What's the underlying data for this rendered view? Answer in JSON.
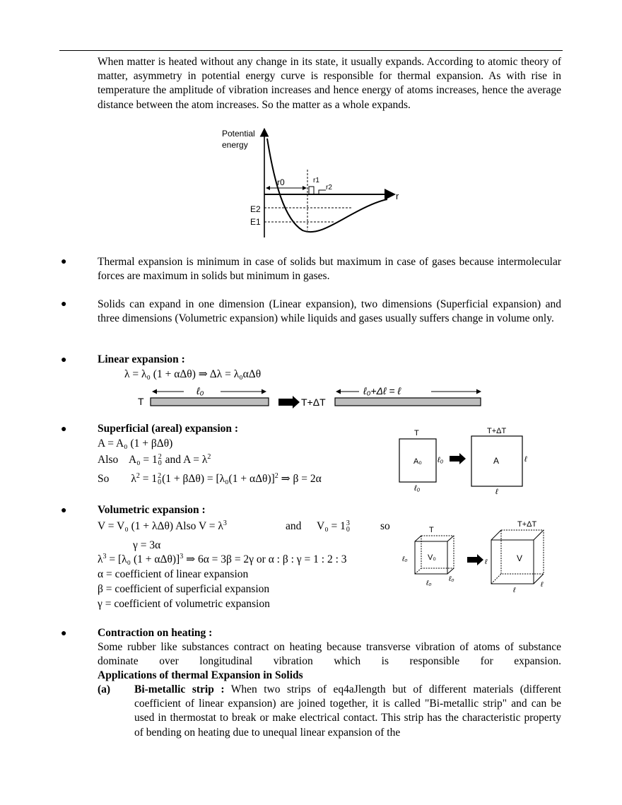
{
  "intro": {
    "paragraph": "When matter is heated without any change in its state, it usually expands. According to atomic theory of matter, asymmetry in potential energy curve is responsible for thermal expansion. As with rise in temperature the amplitude of vibration increases and hence energy of atoms increases, hence the average distance between the atom increases. So the matter as a whole expands."
  },
  "pe_graph": {
    "ylabel_line1": "Potential",
    "ylabel_line2": "energy",
    "xlabel": "r",
    "r0": "r0",
    "r1": "r1",
    "r2": "r2",
    "e2": "E2",
    "e1": "E1"
  },
  "bullet_glyph": "●",
  "bullets": {
    "gases": "Thermal expansion is minimum in case of solids but maximum in case of gases because intermolecular forces are maximum in solids but minimum in gases.",
    "dimensions": "Solids can expand in one dimension (Linear expansion), two dimensions (Superficial expansion) and three dimensions (Volumetric expansion) while liquids and gases usually suffers change in volume only."
  },
  "linear": {
    "heading": "Linear expansion :",
    "formula": "λ = λ₀ (1 + αΔθ) ⇒ Δλ = λ₀αΔθ",
    "rod_label_left": "ℓ₀",
    "rod_label_right": "ℓ₀+Δℓ = ℓ",
    "t_label": "T",
    "t2_label": "T+ΔT"
  },
  "superficial": {
    "heading": "Superficial (areal) expansion :",
    "line1": "A = A₀ (1 + βΔθ)",
    "line2_prefix": "Also",
    "line2_a": "A₀ = 1",
    "line2_b": "and A = λ",
    "line3_prefix": "So",
    "line3_a": "λ",
    "line3_b": "= 1",
    "line3_c": "(1 + βΔθ) = [λ₀(1 + αΔθ)]",
    "line3_d": "⇒ β = 2α",
    "exp2": "2",
    "exp0": "0",
    "fig_t": "T",
    "fig_t2": "T+ΔT",
    "fig_a0": "A₀",
    "fig_a": "A",
    "fig_l0": "ℓ₀",
    "fig_l": "ℓ"
  },
  "volumetric": {
    "heading": "Volumetric expansion :",
    "line1_a": "V = V₀ (1 + λΔθ) Also V = λ",
    "line1_b": "and",
    "line1_c": "V₀ = 1",
    "line1_d": "so",
    "line2": "γ = 3α",
    "line3_a": "λ",
    "line3_b": "= [λ₀ (1 + αΔθ)]",
    "line3_c": "⇒ 6α = 3β = 2γ  or   α : β : γ = 1 : 2 : 3",
    "exp3": "3",
    "exp0": "0",
    "def_alpha": "α = coefficient of linear expansion",
    "def_beta": "β = coefficient of superficial expansion",
    "def_gamma": "γ = coefficient of volumetric expansion",
    "fig_t": "T",
    "fig_t2": "T+ΔT",
    "fig_v0": "V₀",
    "fig_v": "V",
    "fig_l0": "ℓ₀",
    "fig_l": "ℓ"
  },
  "contraction": {
    "heading": "Contraction on heating :",
    "paragraph": "Some rubber like substances contract on heating because transverse vibration of atoms of substance dominate over longitudinal vibration which is responsible for expansion.",
    "applications_heading": "Applications of thermal Expansion in Solids",
    "item_label": "(a)",
    "item_heading": "Bi-metallic strip :",
    "item_text": "When two strips of eq4aJlength but of different materials (different coefficient of linear expansion) are joined together, it is called \"Bi-metallic strip\" and can be used in thermostat to break or make electrical contact. This strip has the characteristic property of  bending on heating due to unequal linear expansion of the"
  }
}
